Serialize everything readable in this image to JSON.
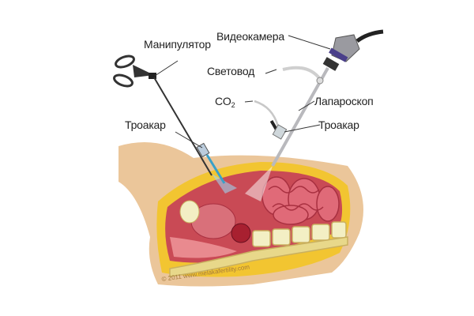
{
  "labels": {
    "camera": "Видеокамера",
    "manipulator": "Манипулятор",
    "light_guide": "Световод",
    "co2": "CO",
    "co2_subscript": "2",
    "laparoscope": "Лапароскоп",
    "trocar_left": "Троакар",
    "trocar_right": "Троакар"
  },
  "watermark": "© 2011 www.melakafertility.com",
  "colors": {
    "skin": "#ebc69a",
    "fat": "#f2c531",
    "cavity": "#c94a55",
    "intestine": "#e06a78",
    "spine": "#f3efc4",
    "instrument": "#3a3a3a",
    "camera_band": "#4a3f8a"
  }
}
